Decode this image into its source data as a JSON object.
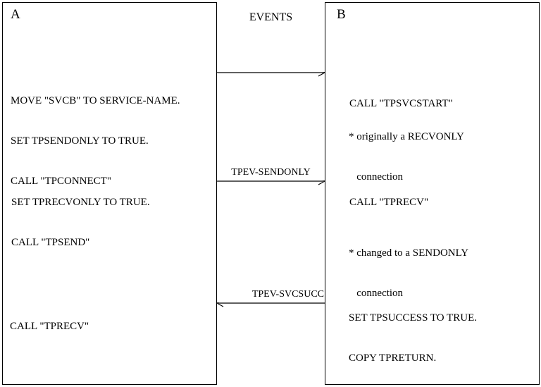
{
  "diagram": {
    "title_column": "EVENTS",
    "participants": [
      {
        "id": "A",
        "label": "A",
        "blocks": [
          {
            "name": "connect-block",
            "lines": [
              "MOVE \"SVCB\" TO SERVICE-NAME.",
              "SET TPSENDONLY TO TRUE.",
              "CALL \"TPCONNECT\""
            ]
          },
          {
            "name": "send-block",
            "lines": [
              "SET TPRECVONLY TO TRUE.",
              "CALL \"TPSEND\""
            ]
          },
          {
            "name": "recv-block",
            "lines": [
              "CALL \"TPRECV\""
            ]
          }
        ]
      },
      {
        "id": "B",
        "label": "B",
        "blocks": [
          {
            "name": "svcstart-block",
            "lines": [
              "CALL \"TPSVCSTART\""
            ]
          },
          {
            "name": "originally-recvonly-note",
            "lines": [
              "* originally a RECVONLY",
              "   connection"
            ]
          },
          {
            "name": "changed-sendonly-note",
            "lines": [
              "* changed to a SENDONLY",
              "   connection"
            ]
          },
          {
            "name": "return-block",
            "lines": [
              "SET TPSUCCESS TO TRUE.",
              "COPY TPRETURN."
            ]
          }
        ]
      }
    ],
    "events": [
      {
        "name": "connect-event",
        "label": "",
        "direction": "right"
      },
      {
        "name": "sendonly-event",
        "label": "TPEV-SENDONLY",
        "direction": "right"
      },
      {
        "name": "svcsucc-event",
        "label": "TPEV-SVCSUCC",
        "direction": "left"
      }
    ],
    "b_panel_extra": [
      {
        "name": "tprecv-call-block",
        "lines": [
          "CALL \"TPRECV\""
        ]
      }
    ],
    "colors": {
      "stroke": "#000000",
      "background": "#ffffff",
      "text": "#000000"
    }
  }
}
